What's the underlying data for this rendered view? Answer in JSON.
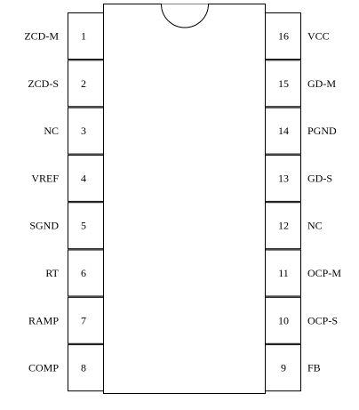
{
  "chip": {
    "pins_left": [
      {
        "number": "1",
        "label": "ZCD-M"
      },
      {
        "number": "2",
        "label": "ZCD-S"
      },
      {
        "number": "3",
        "label": "NC"
      },
      {
        "number": "4",
        "label": "VREF"
      },
      {
        "number": "5",
        "label": "SGND"
      },
      {
        "number": "6",
        "label": "RT"
      },
      {
        "number": "7",
        "label": "RAMP"
      },
      {
        "number": "8",
        "label": "COMP"
      }
    ],
    "pins_right": [
      {
        "number": "16",
        "label": "VCC"
      },
      {
        "number": "15",
        "label": "GD-M"
      },
      {
        "number": "14",
        "label": "PGND"
      },
      {
        "number": "13",
        "label": "GD-S"
      },
      {
        "number": "12",
        "label": "NC"
      },
      {
        "number": "11",
        "label": "OCP-M"
      },
      {
        "number": "10",
        "label": "OCP-S"
      },
      {
        "number": "9",
        "label": "FB"
      }
    ],
    "colors": {
      "stroke": "#000000",
      "fill": "#ffffff"
    }
  }
}
